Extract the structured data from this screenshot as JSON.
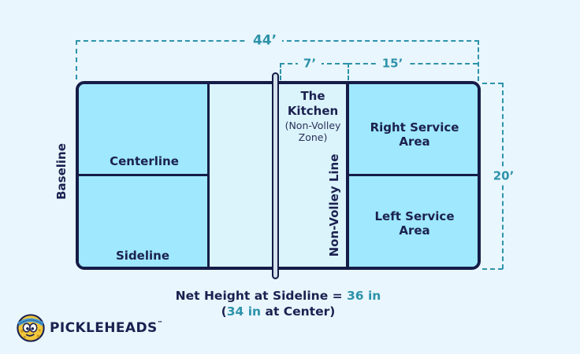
{
  "colors": {
    "background": "#e9f6fd",
    "court_cyan": "#9fe8fd",
    "kitchen_light": "#dbf4fc",
    "line_navy": "#151c47",
    "dimension_teal": "#2e93aa",
    "logo_yellow": "#f2c73c",
    "headband_blue": "#4aa0d8"
  },
  "dimensions": {
    "total_length": "44’",
    "kitchen_depth": "7’",
    "service_length": "15’",
    "court_width": "20’"
  },
  "court": {
    "baseline_label": "Baseline",
    "centerline_label": "Centerline",
    "sideline_label": "Sideline",
    "kitchen_title_line1": "The",
    "kitchen_title_line2": "Kitchen",
    "kitchen_subtitle": "(Non-Volley Zone)",
    "non_volley_line_label": "Non-Volley Line",
    "right_service_label": "Right Service Area",
    "left_service_label": "Left Service Area"
  },
  "net_note": {
    "line1_prefix": "Net Height at Sideline = ",
    "line1_value": "36 in",
    "line2_prefix": "(",
    "line2_value": "34 in",
    "line2_suffix": " at Center)"
  },
  "logo": {
    "wordmark": "PickleHeads",
    "trademark": "™"
  }
}
